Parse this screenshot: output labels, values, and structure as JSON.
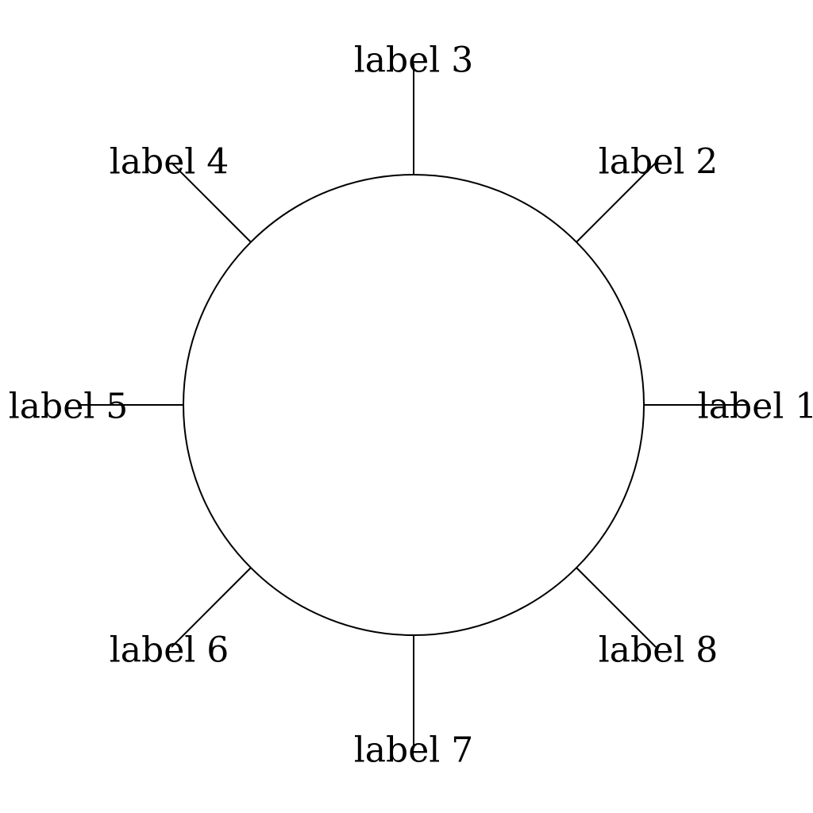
{
  "diagram": {
    "labels": [
      "label 1",
      "label 2",
      "label 3",
      "label 4",
      "label 5",
      "label 6",
      "label 7",
      "label 8"
    ]
  }
}
